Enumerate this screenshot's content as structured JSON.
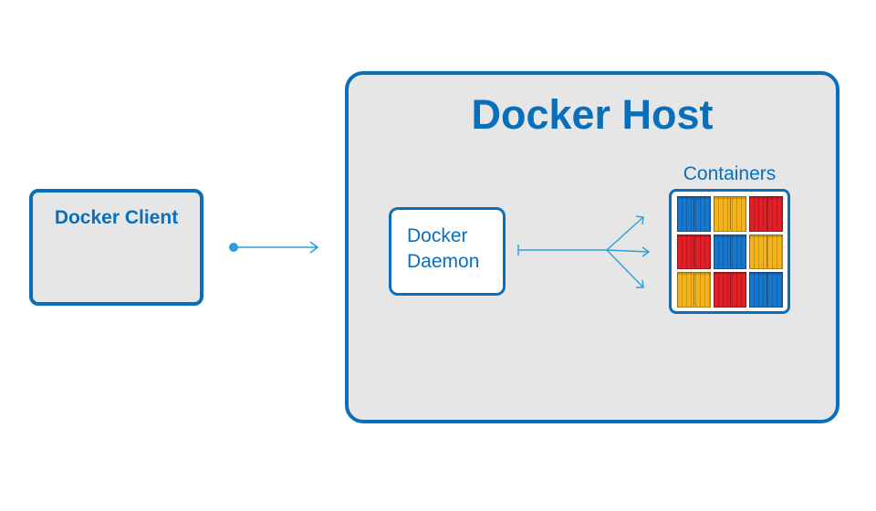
{
  "diagram": {
    "client": {
      "title": "Docker Client"
    },
    "host": {
      "title": "Docker Host",
      "daemon": {
        "line1": "Docker",
        "line2": "Daemon"
      },
      "containers": {
        "label": "Containers",
        "grid": [
          [
            "#1877cc",
            "#f5b31b",
            "#e21e26"
          ],
          [
            "#e21e26",
            "#1877cc",
            "#f5b31b"
          ],
          [
            "#f5b31b",
            "#e21e26",
            "#1877cc"
          ]
        ]
      }
    },
    "colors": {
      "accent": "#0a6fba",
      "arrow": "#29a0dc",
      "panel": "#e6e6e7"
    }
  }
}
